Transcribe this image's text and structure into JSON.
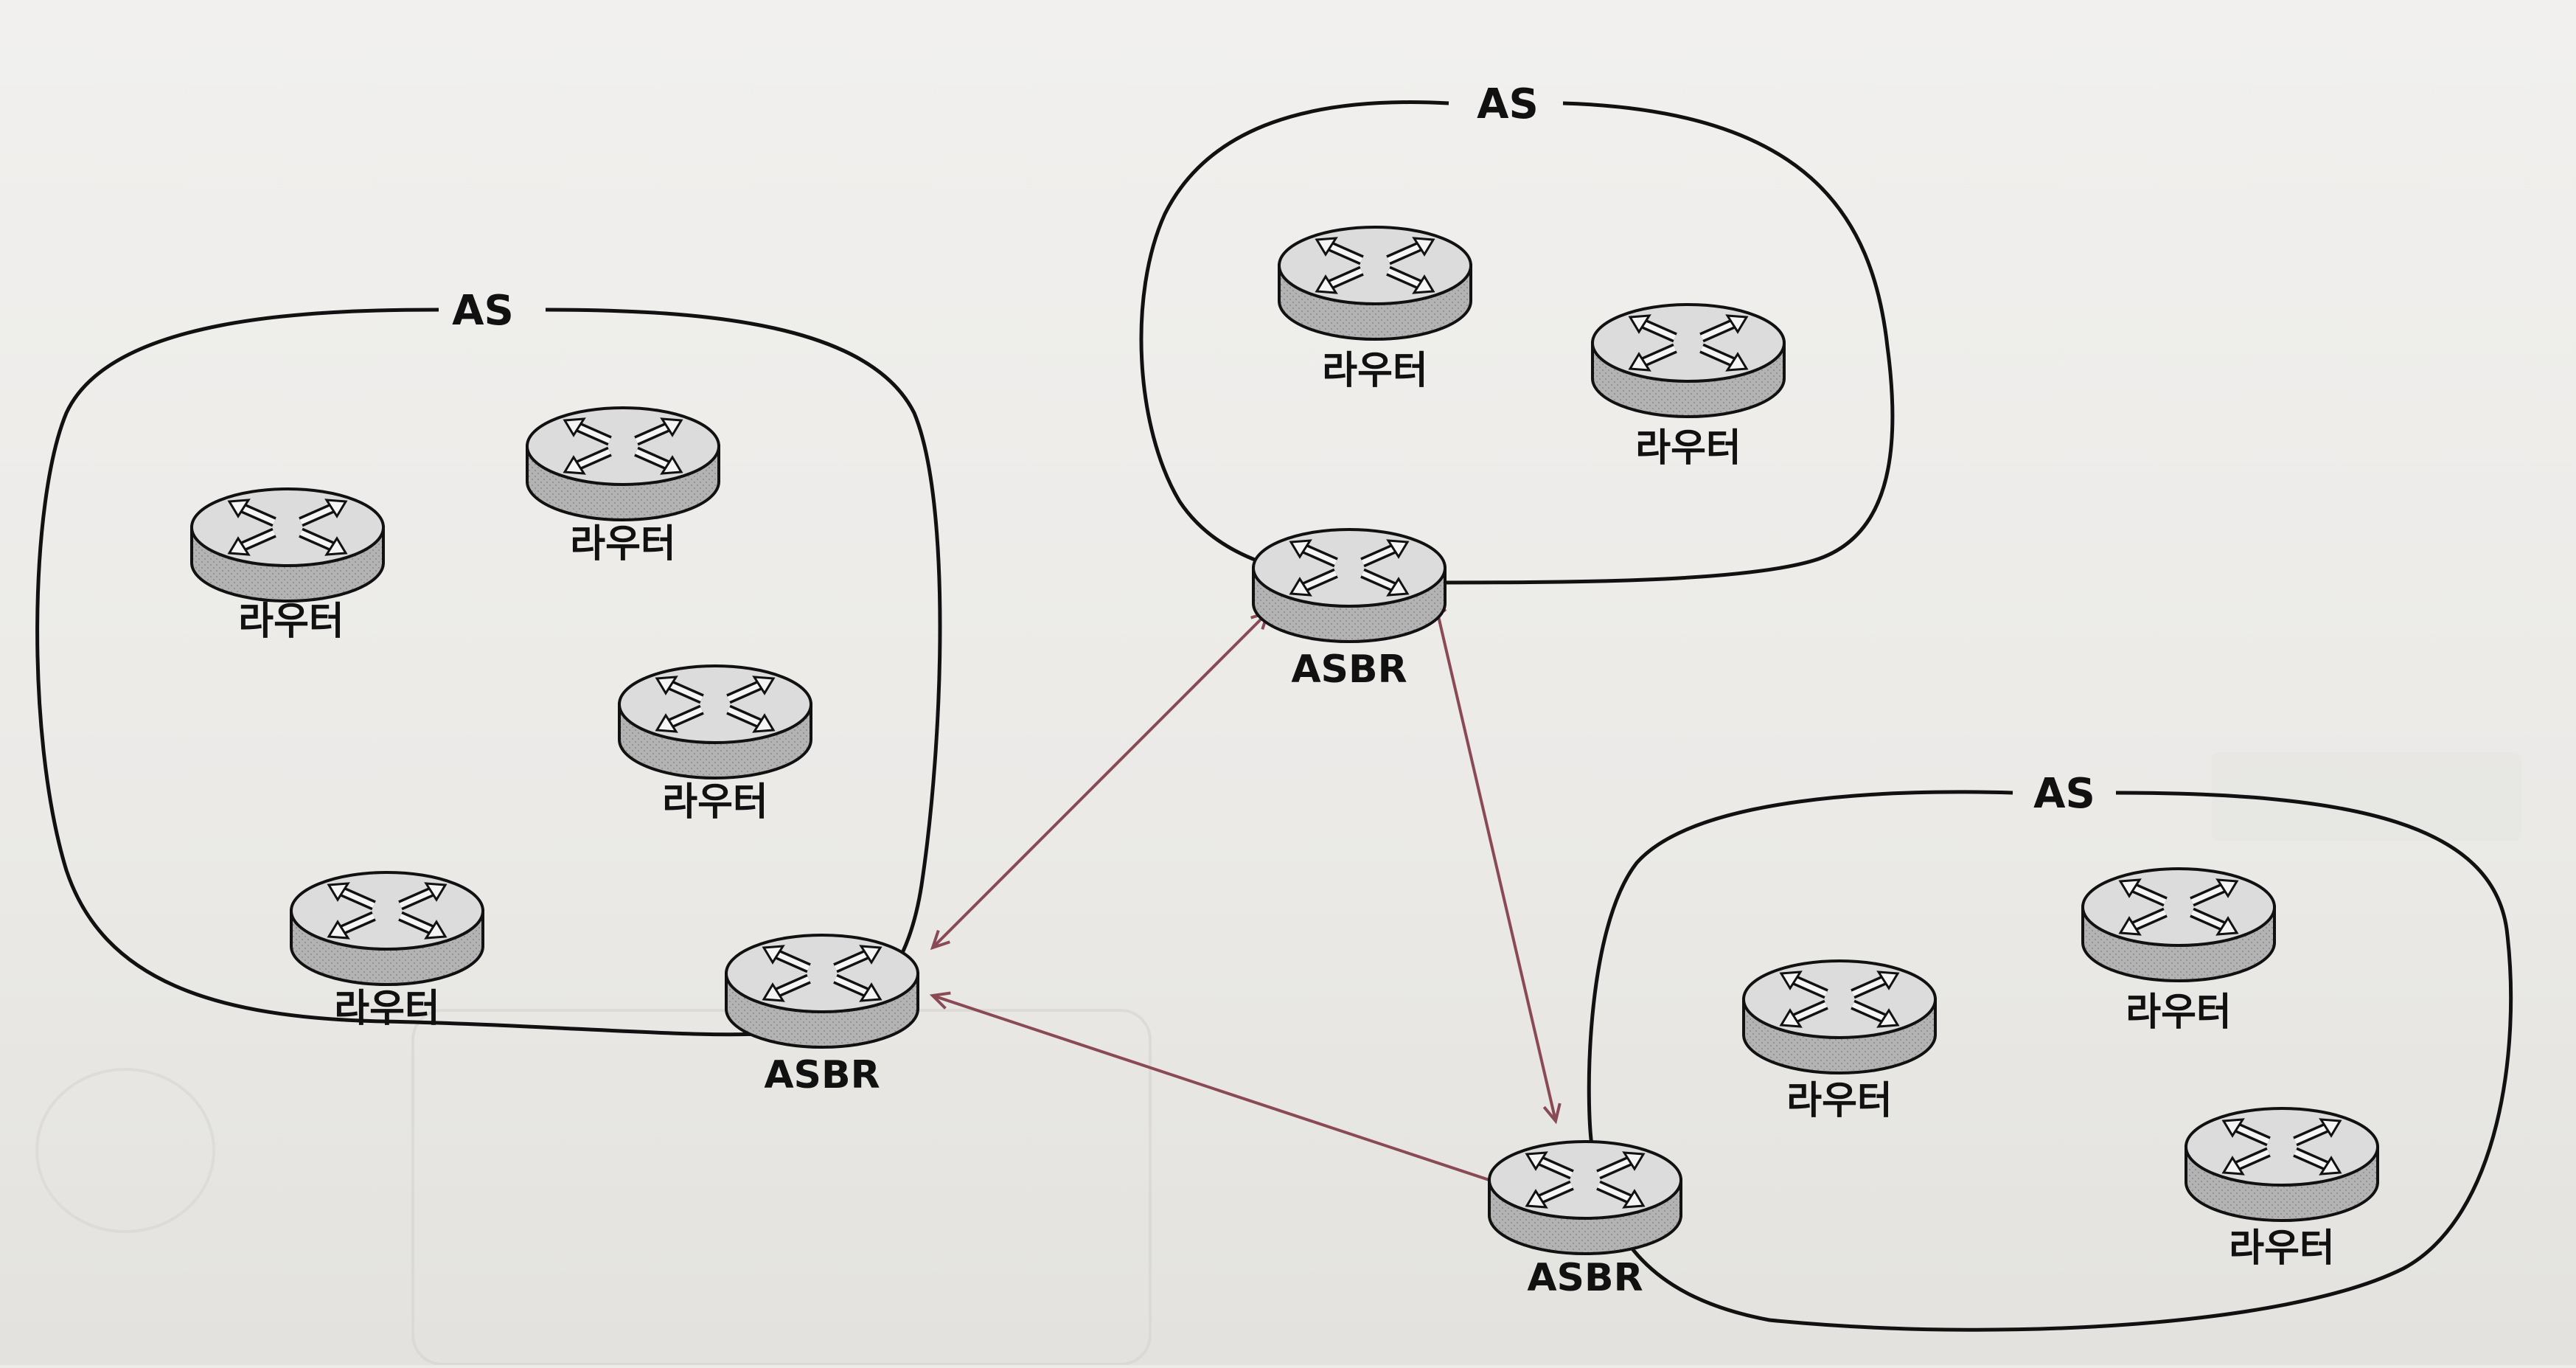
{
  "diagram": {
    "autonomous_systems": [
      {
        "id": "as-left",
        "label": "AS"
      },
      {
        "id": "as-top",
        "label": "AS"
      },
      {
        "id": "as-right",
        "label": "AS"
      }
    ],
    "routers": [
      {
        "id": "left-router-1",
        "as": "as-left",
        "label": "라우터"
      },
      {
        "id": "left-router-2",
        "as": "as-left",
        "label": "라우터"
      },
      {
        "id": "left-router-3",
        "as": "as-left",
        "label": "라우터"
      },
      {
        "id": "left-router-4",
        "as": "as-left",
        "label": "라우터"
      },
      {
        "id": "left-asbr",
        "as": "as-left",
        "label": "ASBR"
      },
      {
        "id": "top-router-1",
        "as": "as-top",
        "label": "라우터"
      },
      {
        "id": "top-router-2",
        "as": "as-top",
        "label": "라우터"
      },
      {
        "id": "top-asbr",
        "as": "as-top",
        "label": "ASBR"
      },
      {
        "id": "right-router-1",
        "as": "as-right",
        "label": "라우터"
      },
      {
        "id": "right-router-2",
        "as": "as-right",
        "label": "라우터"
      },
      {
        "id": "right-router-3",
        "as": "as-right",
        "label": "라우터"
      },
      {
        "id": "right-asbr",
        "as": "as-right",
        "label": "ASBR"
      }
    ],
    "links": [
      {
        "from": "left-asbr",
        "to": "top-asbr",
        "style": "bidirectional-arrow"
      },
      {
        "from": "left-asbr",
        "to": "right-asbr",
        "style": "bidirectional-arrow"
      },
      {
        "from": "top-asbr",
        "to": "right-asbr",
        "style": "bidirectional-arrow"
      }
    ],
    "colors": {
      "link": "#8a4a55",
      "outline": "#111111",
      "router_top": "#dcdcdc",
      "router_side": "#a9a9a9",
      "background": "#ecebe8"
    }
  }
}
